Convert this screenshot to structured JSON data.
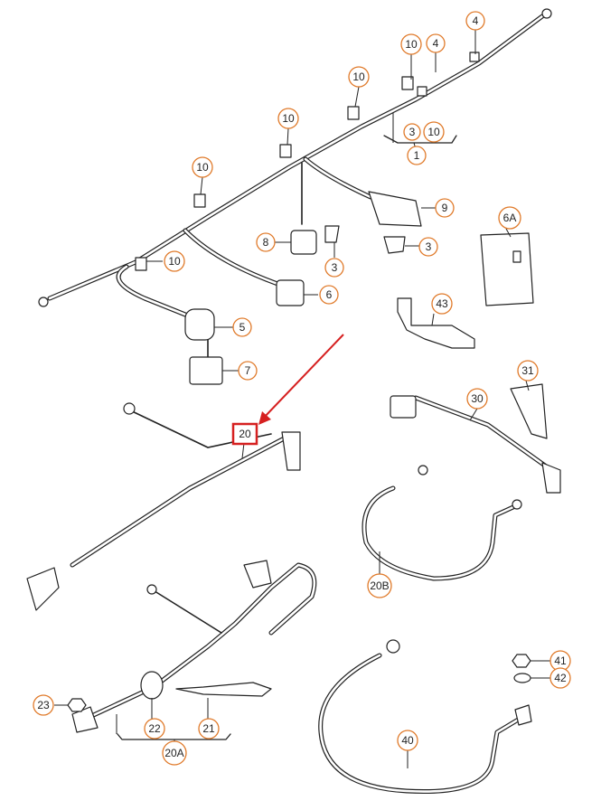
{
  "diagram": {
    "callouts": [
      {
        "id": "c4a",
        "label": "4"
      },
      {
        "id": "c10a",
        "label": "10"
      },
      {
        "id": "c4b",
        "label": "4"
      },
      {
        "id": "c10b",
        "label": "10"
      },
      {
        "id": "c10c",
        "label": "10"
      },
      {
        "id": "c3a",
        "label": "3"
      },
      {
        "id": "c10d",
        "label": "10"
      },
      {
        "id": "c1",
        "label": "1"
      },
      {
        "id": "c10e",
        "label": "10"
      },
      {
        "id": "c9",
        "label": "9"
      },
      {
        "id": "c6A",
        "label": "6A"
      },
      {
        "id": "c8",
        "label": "8"
      },
      {
        "id": "c3b",
        "label": "3"
      },
      {
        "id": "c3c",
        "label": "3"
      },
      {
        "id": "c10f",
        "label": "10"
      },
      {
        "id": "c6",
        "label": "6"
      },
      {
        "id": "c43",
        "label": "43"
      },
      {
        "id": "c5",
        "label": "5"
      },
      {
        "id": "c7",
        "label": "7"
      },
      {
        "id": "c31",
        "label": "31"
      },
      {
        "id": "c30",
        "label": "30"
      },
      {
        "id": "c20",
        "label": "20"
      },
      {
        "id": "c20B",
        "label": "20B"
      },
      {
        "id": "c41",
        "label": "41"
      },
      {
        "id": "c42",
        "label": "42"
      },
      {
        "id": "c23",
        "label": "23"
      },
      {
        "id": "c22",
        "label": "22"
      },
      {
        "id": "c21",
        "label": "21"
      },
      {
        "id": "c40",
        "label": "40"
      },
      {
        "id": "c20A",
        "label": "20A"
      }
    ],
    "colors": {
      "callout_border": "#e07a2a",
      "highlight": "#d62020",
      "line": "#222222"
    }
  }
}
